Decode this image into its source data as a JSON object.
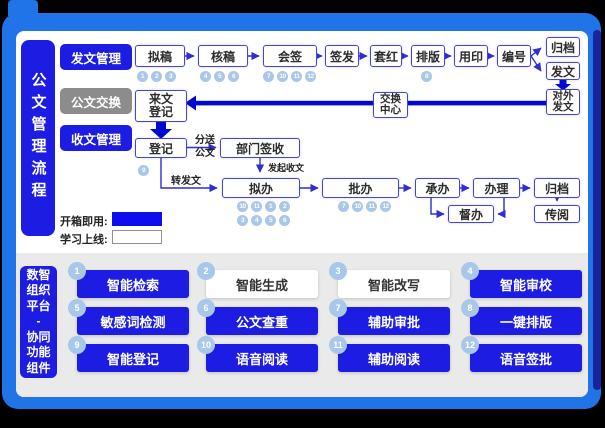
{
  "title_bar": {
    "vertical_title": "公文管理流程"
  },
  "categories": [
    {
      "label": "发文管理"
    },
    {
      "label": "公文交换"
    },
    {
      "label": "收文管理"
    }
  ],
  "send_flow": {
    "steps": [
      {
        "label": "拟稿",
        "badges": [
          "1",
          "2",
          "3"
        ]
      },
      {
        "label": "核稿",
        "badges": [
          "4",
          "5",
          "6"
        ]
      },
      {
        "label": "会签",
        "badges": [
          "7",
          "10",
          "11",
          "12"
        ]
      },
      {
        "label": "签发",
        "badges": []
      },
      {
        "label": "套红",
        "badges": []
      },
      {
        "label": "排版",
        "badges": [
          "8"
        ]
      },
      {
        "label": "用印",
        "badges": []
      },
      {
        "label": "编号",
        "badges": []
      }
    ],
    "archive": "归档",
    "dispatch": "发文"
  },
  "exchange_flow": {
    "incoming_register": "来文\n登记",
    "exchange_center": "交换\n中心",
    "external_dispatch": "对外\n发文"
  },
  "receive_flow": {
    "register": "登记",
    "register_badge": "9",
    "distribute_label": "分送\n公文",
    "dept_sign": "部门签收",
    "initiate_label": "发起收文",
    "forward_label": "转发文",
    "proposal": "拟办",
    "proposal_badges": [
      "10",
      "11",
      "1",
      "2",
      "3",
      "4",
      "5",
      "6"
    ],
    "approval": "批办",
    "approval_badges": [
      "7",
      "10",
      "11",
      "12"
    ],
    "undertake": "承办",
    "handle": "办理",
    "archive": "归档",
    "supervise": "督办",
    "circulate": "传阅"
  },
  "legend": [
    {
      "label": "开箱即用:",
      "style": "blue"
    },
    {
      "label": "学习上线:",
      "style": "white"
    }
  ],
  "platform_bar": {
    "vertical_title": "数智\n组织\n平台\n-\n协同\n功能\n组件"
  },
  "features": [
    {
      "num": "1",
      "label": "智能检索",
      "style": "blue"
    },
    {
      "num": "2",
      "label": "智能生成",
      "style": "white"
    },
    {
      "num": "3",
      "label": "智能改写",
      "style": "white"
    },
    {
      "num": "4",
      "label": "智能审校",
      "style": "blue"
    },
    {
      "num": "5",
      "label": "敏感词检测",
      "style": "blue"
    },
    {
      "num": "6",
      "label": "公文查重",
      "style": "blue"
    },
    {
      "num": "7",
      "label": "辅助审批",
      "style": "blue"
    },
    {
      "num": "8",
      "label": "一键排版",
      "style": "blue"
    },
    {
      "num": "9",
      "label": "智能登记",
      "style": "blue"
    },
    {
      "num": "10",
      "label": "语音阅读",
      "style": "blue"
    },
    {
      "num": "11",
      "label": "辅助阅读",
      "style": "blue"
    },
    {
      "num": "12",
      "label": "语音签批",
      "style": "blue"
    }
  ],
  "colors": {
    "frame_blue": "#2173e8",
    "button_blue": "#1c1ce2",
    "gray": "#8c8c8c",
    "badge_blue": "#a9c7e9",
    "thin_line_blue": "#2e2ed2",
    "thick_line_blue": "#0009cf",
    "features_background": "#eaeaea"
  }
}
